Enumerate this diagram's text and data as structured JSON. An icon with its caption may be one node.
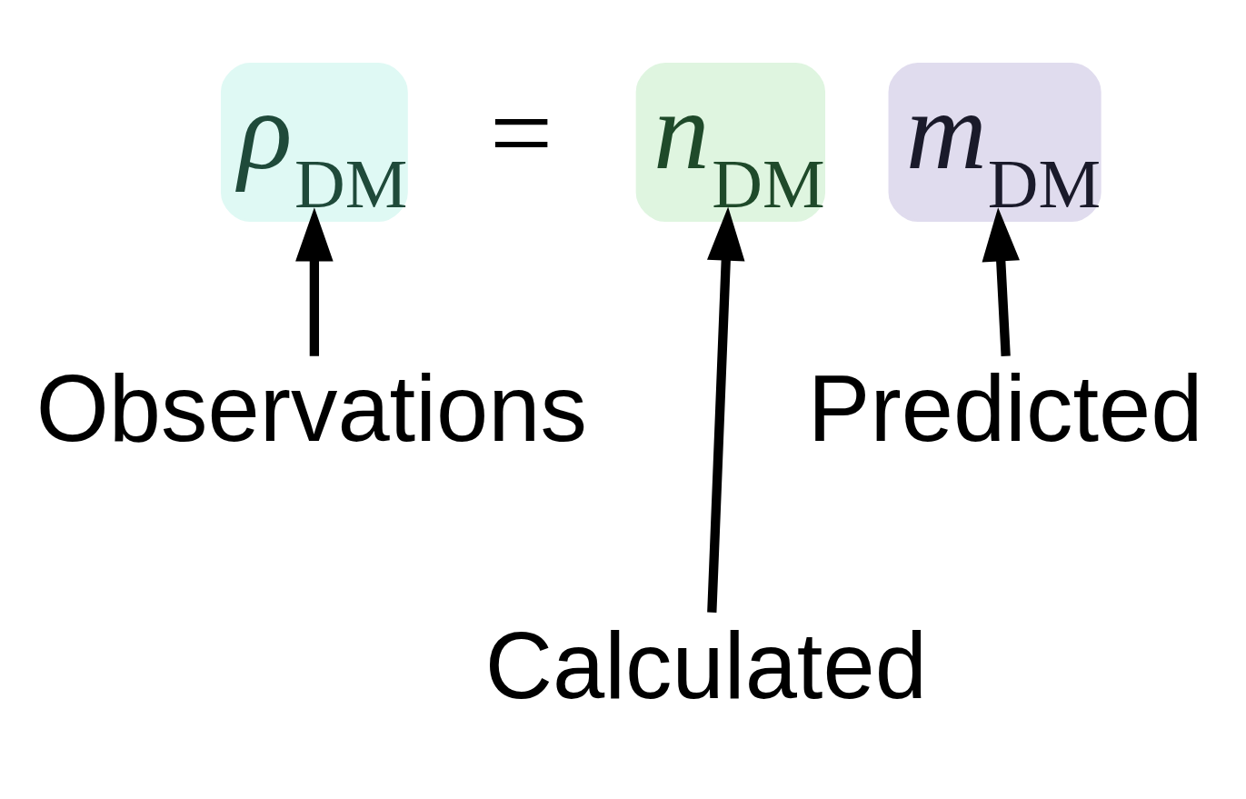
{
  "diagram": {
    "nodes": [
      {
        "text": [
          "ρ$_{DM}$"
        ]
      },
      {
        "text": [
          "n$_{DM}$"
        ]
      },
      {
        "text": [
          "m$_{DM}$"
        ]
      },
      {
        "text": [
          "Observations"
        ]
      },
      {
        "text": [
          "Calculated"
        ]
      },
      {
        "text": [
          "Predicted"
        ]
      }
    ],
    "edges": [
      {
        "from": 3,
        "to": 0,
        "arrow": "to"
      },
      {
        "from": 4,
        "to": 1,
        "arrow": "to"
      },
      {
        "from": 5,
        "to": 2,
        "arrow": "to"
      }
    ],
    "labels": [
      "="
    ]
  }
}
